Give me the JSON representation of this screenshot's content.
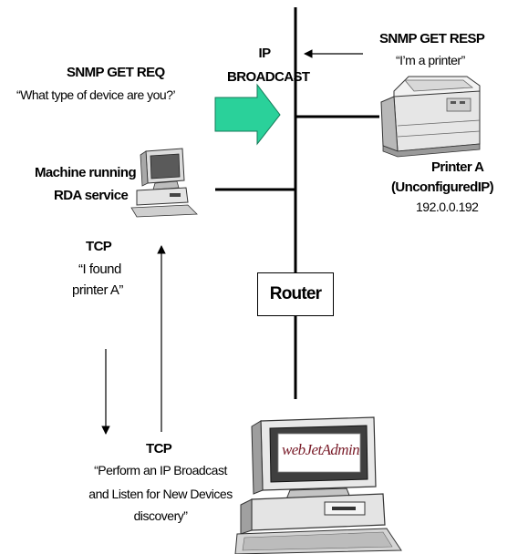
{
  "labels": {
    "ip_broadcast_line1": "IP",
    "ip_broadcast_line2": "BROADCAST",
    "snmp_get_resp": "SNMP GET RESP",
    "resp_quote": "“I’m a printer”",
    "snmp_get_req": "SNMP GET REQ",
    "req_quote": "“What type of device are you?’",
    "machine_line1": "Machine running",
    "machine_line2": "RDA service",
    "printer_line1": "Printer A",
    "printer_line2": "(UnconfiguredIP)",
    "printer_ip": "192.0.0.192",
    "tcp_left": "TCP",
    "tcp_left_quote_line1": "“I found",
    "tcp_left_quote_line2": "printer A”",
    "router": "Router",
    "tcp_bottom": "TCP",
    "bottom_quote_line1": "“Perform an IP Broadcast",
    "bottom_quote_line2": "and Listen for New Devices",
    "bottom_quote_line3": "discovery”",
    "logo_text": "webJetAdmin"
  },
  "colors": {
    "broadcast_arrow": "#2ad19a",
    "screen_dark": "#5a5a5a",
    "case_light": "#e4e4e4"
  },
  "icons": [
    "broadcast-arrow-icon",
    "printer-icon",
    "computer-icon",
    "webjetadmin-workstation-icon"
  ]
}
